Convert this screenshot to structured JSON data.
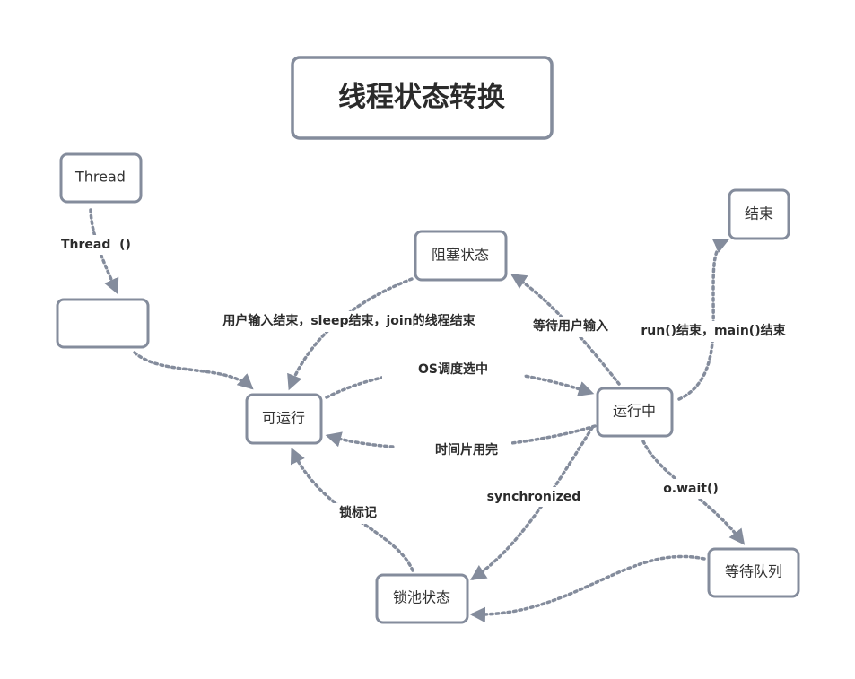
{
  "title": "线程状态转换",
  "nodes": {
    "thread": "Thread",
    "new_state": "",
    "runnable": "可运行",
    "blocked": "阻塞状态",
    "running": "运行中",
    "terminated": "结束",
    "lock_pool": "锁池状态",
    "wait_queue": "等待队列"
  },
  "edges": {
    "thread_to_new": "Thread  ()",
    "blocked_to_runnable": "用户输入结束，sleep结束，join的线程结束",
    "running_to_blocked": "等待用户输入",
    "runnable_to_running": "OS调度选中",
    "running_to_runnable": "时间片用完",
    "running_to_terminated": "run()结束，main()结束",
    "running_to_lockpool": "synchronized",
    "running_to_waitqueue": "o.wait()",
    "lockpool_to_runnable": "锁标记"
  },
  "colors": {
    "border": "#848c9c",
    "text": "#2b2b2b",
    "background": "#ffffff"
  }
}
